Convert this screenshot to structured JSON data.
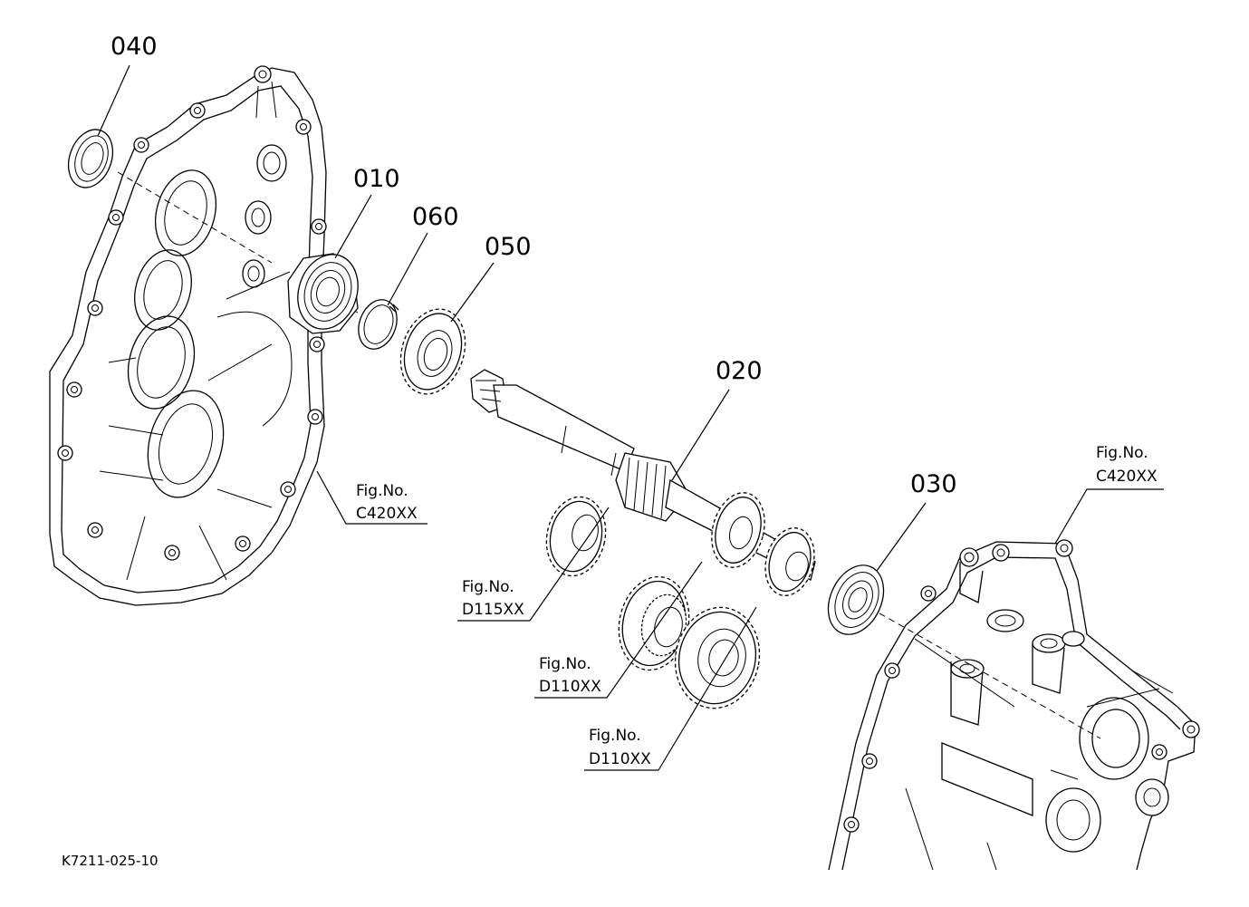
{
  "part_labels": {
    "p040": "040",
    "p010": "010",
    "p060": "060",
    "p050": "050",
    "p020": "020",
    "p030": "030"
  },
  "references": {
    "left_case": {
      "line1": "Fig.No.",
      "line2": "C420XX"
    },
    "right_case": {
      "line1": "Fig.No.",
      "line2": "C420XX"
    },
    "gear_d115": {
      "line1": "Fig.No.",
      "line2": "D115XX"
    },
    "gear_d110_a": {
      "line1": "Fig.No.",
      "line2": "D110XX"
    },
    "gear_d110_b": {
      "line1": "Fig.No.",
      "line2": "D110XX"
    }
  },
  "drawing_id": "K7211-025-10"
}
